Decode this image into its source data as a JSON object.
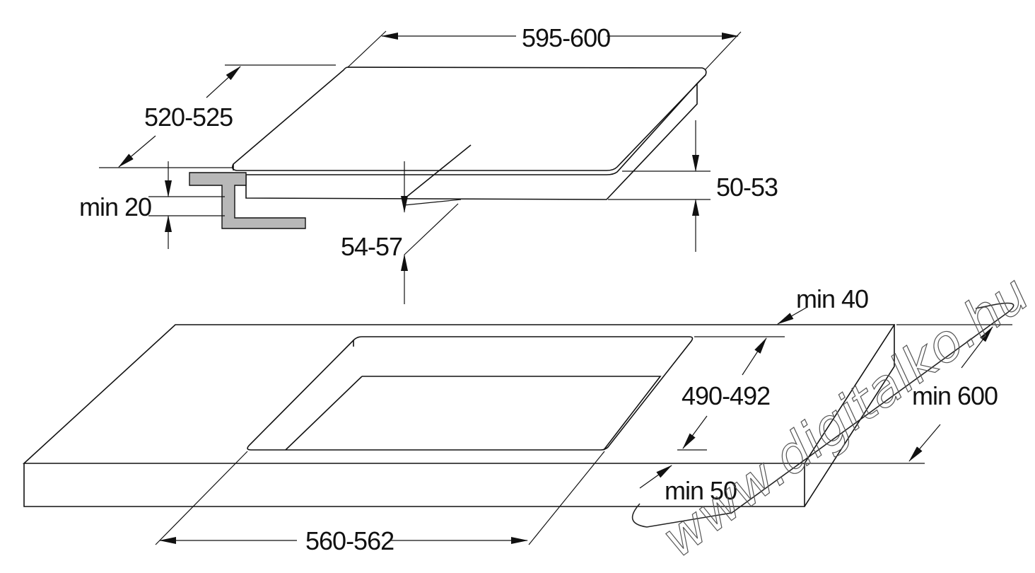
{
  "dimensions": {
    "hob_width": "595-600",
    "hob_depth": "520-525",
    "hob_height": "50-53",
    "cutout_depth_clearance": "54-57",
    "min_worktop_thickness": "min 20",
    "min_rear_gap": "min 40",
    "cutout_depth": "490-492",
    "min_worktop_depth": "min 600",
    "min_front_gap": "min 50",
    "cutout_width": "560-562"
  },
  "watermark": {
    "text": "www.digitalko.hu"
  },
  "colors": {
    "line": "#111111",
    "bracket_fill": "#b8b8b8",
    "background": "#ffffff"
  }
}
